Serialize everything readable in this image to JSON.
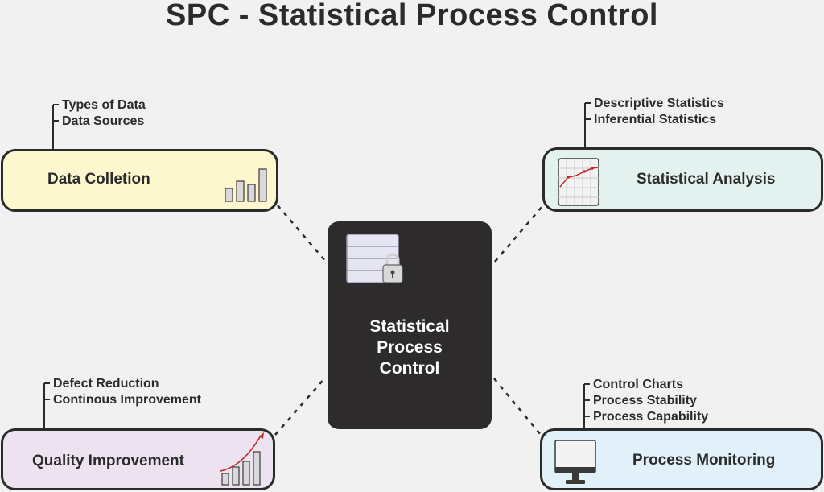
{
  "title": "SPC - Statistical Process Control",
  "center": {
    "lines": [
      "Statistical",
      "Process",
      "Control"
    ]
  },
  "nodes": {
    "data_collection": {
      "label": "Data Colletion",
      "items": [
        "Types of Data",
        "Data Sources"
      ],
      "color": "#fdf7cf"
    },
    "statistical_analysis": {
      "label": "Statistical Analysis",
      "items": [
        "Descriptive Statistics",
        "Inferential Statistics"
      ],
      "color": "#e3f1ef"
    },
    "quality_improvement": {
      "label": "Quality Improvement",
      "items": [
        "Defect Reduction",
        "Continous Improvement"
      ],
      "color": "#ede2f0"
    },
    "process_monitoring": {
      "label": "Process Monitoring",
      "items": [
        "Control Charts",
        "Process Stability",
        "Process Capability"
      ],
      "color": "#e2f0fa"
    }
  },
  "icons": {
    "center": "database-lock-icon",
    "data_collection": "bar-chart-icon",
    "statistical_analysis": "line-graph-icon",
    "quality_improvement": "growth-chart-icon",
    "process_monitoring": "monitor-icon"
  }
}
